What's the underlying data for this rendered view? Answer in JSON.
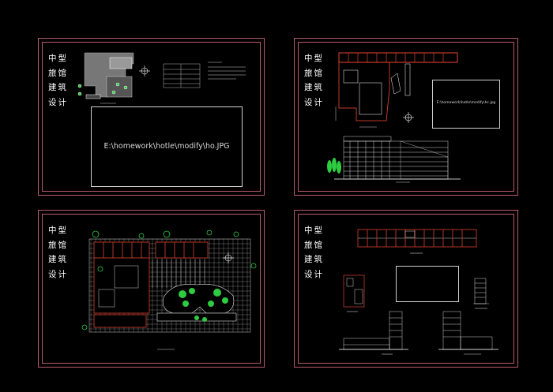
{
  "sheets": [
    {
      "title_lines": [
        "中型",
        "旅馆",
        "建筑",
        "设计"
      ],
      "image_path_text": "E:\\homework\\hotle\\modify\\ho.JPG"
    },
    {
      "title_lines": [
        "中型",
        "旅馆",
        "建筑",
        "设计"
      ],
      "image_path_text": "E:\\homework\\hotle\\modify\\hc.jpg"
    },
    {
      "title_lines": [
        "中型",
        "旅馆",
        "建筑",
        "设计"
      ]
    },
    {
      "title_lines": [
        "中型",
        "旅馆",
        "建筑",
        "设计"
      ]
    }
  ],
  "colors": {
    "frame": "#b85b6a",
    "wall": "#c0392b",
    "line": "#ffffff",
    "tree": "#2ecc40",
    "background": "#000000"
  }
}
